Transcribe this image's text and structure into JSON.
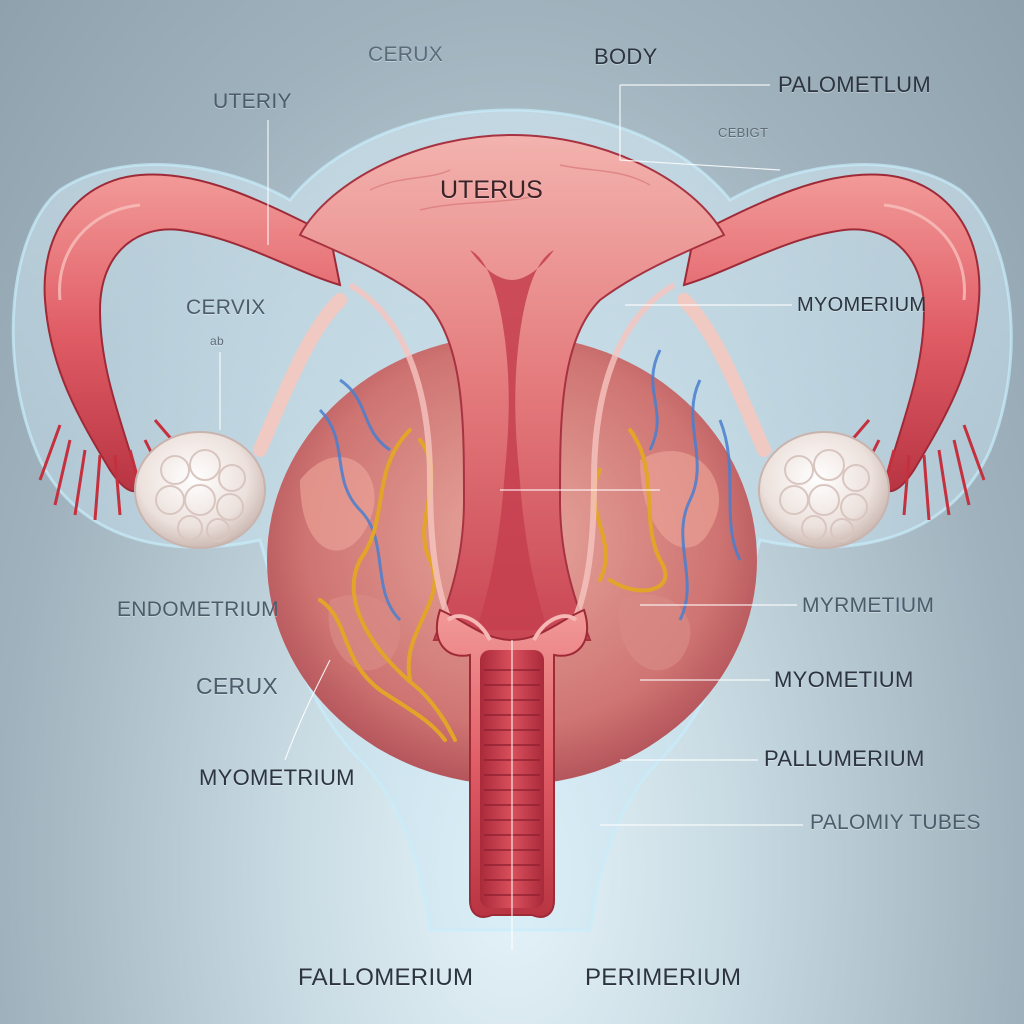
{
  "labels": {
    "cerux_top": "CERUX",
    "body": "BODY",
    "palometlum": "PALOMETLUM",
    "uteriy": "UTERIY",
    "cebigt": "CEBIGT",
    "uterus": "UTERUS",
    "cervix": "CERVIX",
    "small_mark": "ab",
    "myomerium": "MYOMERIUM",
    "endometrium": "ENDOMETRIUM",
    "myrmetium": "MYRMETIUM",
    "cerux_left": "CERUX",
    "myometium": "MYOMETIUM",
    "myometrium": "MYOMETRIUM",
    "pallumerium": "PALLUMERIUM",
    "palomiy_tubes": "PALOMIY TUBES",
    "fallomerium": "FALLOMERIUM",
    "perimerium": "PERIMERIUM"
  },
  "colors": {
    "tissue_main": "#e0636b",
    "tissue_light": "#f2a9a6",
    "tissue_dark": "#b83442",
    "nerve": "#e2a52a",
    "vessel": "#4a7fcf",
    "ovary": "#eee4e0",
    "capsule": "#bfe3f5",
    "label_text": "#3b4a5a",
    "leader_line": "#ffffff"
  }
}
